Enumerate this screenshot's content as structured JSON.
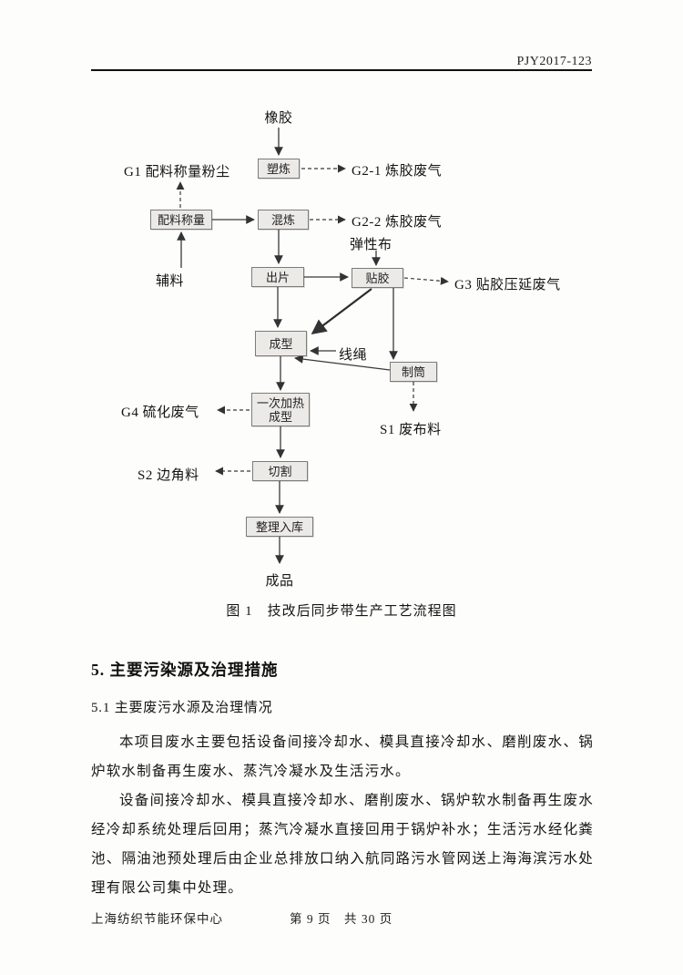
{
  "header": {
    "doc_number": "PJY2017-123"
  },
  "flowchart": {
    "caption": "图 1　技改后同步带生产工艺流程图",
    "nodes": {
      "rubber": "橡胶",
      "plasticating": "塑炼",
      "batching": "配料称量",
      "mixing": "混炼",
      "sheeting": "出片",
      "rubberizing": "贴胶",
      "forming": "成型",
      "tube_making": "制筒",
      "heat_forming": "一次加热成型",
      "cutting": "切割",
      "warehousing": "整理入库",
      "product": "成品",
      "auxiliary": "辅料",
      "elastic_cloth": "弹性布",
      "thread_rope": "线绳"
    },
    "emissions": {
      "g1": "G1 配料称量粉尘",
      "g2_1": "G2-1 炼胶废气",
      "g2_2": "G2-2 炼胶废气",
      "g3": "G3 贴胶压延废气",
      "g4": "G4 硫化废气",
      "s1": "S1 废布料",
      "s2": "S2 边角料"
    }
  },
  "section": {
    "heading": "5. 主要污染源及治理措施",
    "subheading": "5.1 主要废污水源及治理情况",
    "para1": "本项目废水主要包括设备间接冷却水、模具直接冷却水、磨削废水、锅炉软水制备再生废水、蒸汽冷凝水及生活污水。",
    "para2": "设备间接冷却水、模具直接冷却水、磨削废水、锅炉软水制备再生废水经冷却系统处理后回用；蒸汽冷凝水直接回用于锅炉补水；生活污水经化粪池、隔油池预处理后由企业总排放口纳入航同路污水管网送上海海滨污水处理有限公司集中处理。"
  },
  "footer": {
    "left": "上海纺织节能环保中心",
    "center": "第 9 页　共 30 页"
  }
}
